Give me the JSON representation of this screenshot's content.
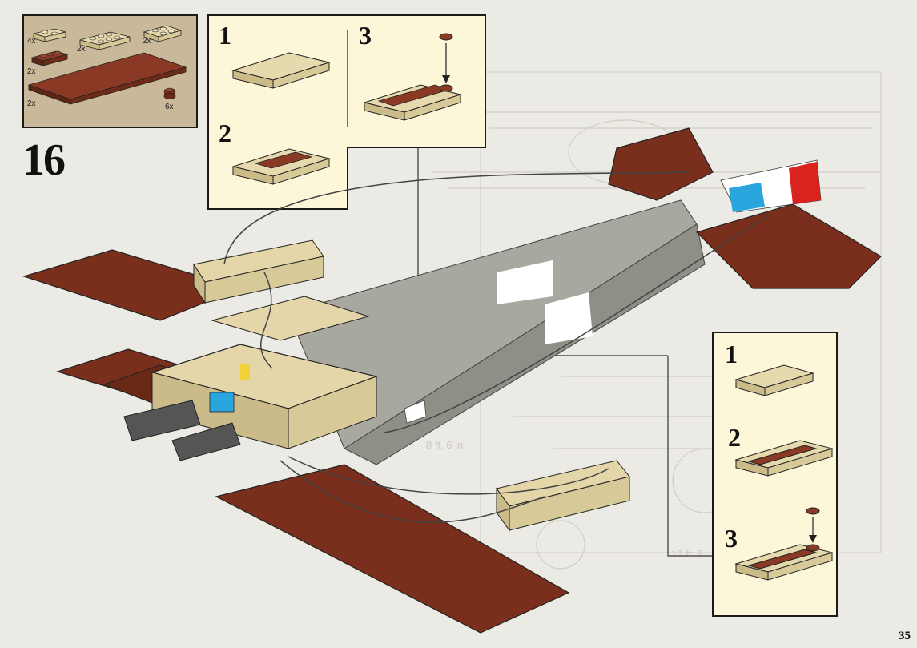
{
  "step": {
    "number": "16"
  },
  "page": {
    "number": "35"
  },
  "parts": [
    {
      "qty": "4x",
      "part": "tan-plate-1x2"
    },
    {
      "qty": "2x",
      "part": "tan-plate-2x4"
    },
    {
      "qty": "2x",
      "part": "tan-plate-2x3"
    },
    {
      "qty": "2x",
      "part": "reddish-brown-plate-1x3"
    },
    {
      "qty": "2x",
      "part": "reddish-brown-plate-6x12"
    },
    {
      "qty": "6x",
      "part": "reddish-brown-round-plate-1x1"
    }
  ],
  "callout_top": {
    "substeps": [
      "1",
      "2",
      "3"
    ]
  },
  "callout_right": {
    "substeps": [
      "1",
      "2",
      "3"
    ]
  },
  "blueprint": {
    "dim_1": "8 ft. 6 in.",
    "dim_2": "18 ft. 8"
  },
  "colors": {
    "brown": "#7a2f1c",
    "tan": "#e4d6a8",
    "gray": "#a8a8a0",
    "callout_bg": "#fbf7d8",
    "parts_bg": "#c9b899",
    "red": "#d9231c",
    "blue": "#2aa6df"
  }
}
